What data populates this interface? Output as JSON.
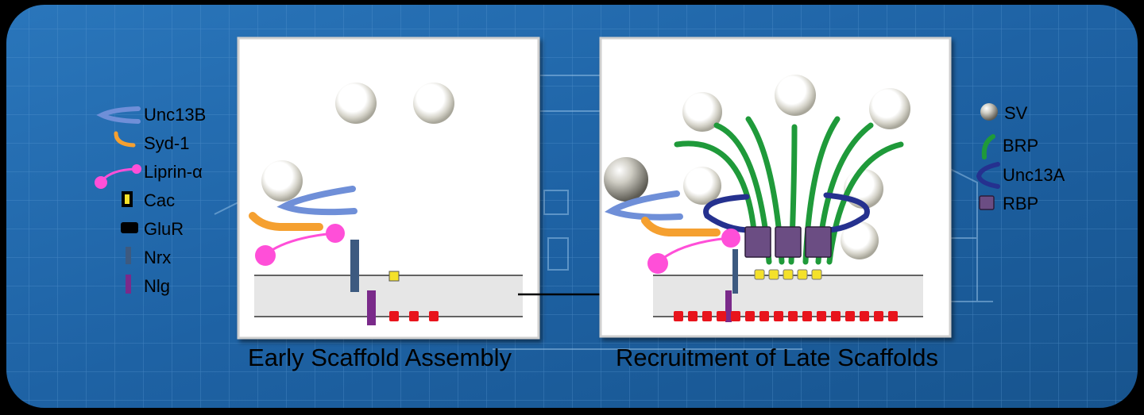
{
  "legend_left": [
    {
      "name": "legend-unc13b",
      "label": "Unc13B",
      "color": "#6f8fd8",
      "icon": "unc13b-icon"
    },
    {
      "name": "legend-syd1",
      "label": "Syd-1",
      "color": "#f5a030",
      "icon": "syd1-icon"
    },
    {
      "name": "legend-liprin",
      "label": "Liprin-α",
      "color": "#ff4fd8",
      "icon": "liprin-icon"
    },
    {
      "name": "legend-cac",
      "label": "Cac",
      "color": "#111111",
      "icon": "cac-icon"
    },
    {
      "name": "legend-glur",
      "label": "GluR",
      "color": "#000000",
      "icon": "glur-icon"
    },
    {
      "name": "legend-nrx",
      "label": "Nrx",
      "color": "#3d5a80",
      "icon": "nrx-icon"
    },
    {
      "name": "legend-nlg",
      "label": "Nlg",
      "color": "#7a2a8a",
      "icon": "nlg-icon"
    }
  ],
  "legend_right": [
    {
      "name": "legend-sv",
      "label": "SV",
      "color": "#8c8c84",
      "icon": "sv-icon"
    },
    {
      "name": "legend-brp",
      "label": "BRP",
      "color": "#1f9a3a",
      "icon": "brp-icon"
    },
    {
      "name": "legend-unc13a",
      "label": "Unc13A",
      "color": "#25318f",
      "icon": "unc13a-icon"
    },
    {
      "name": "legend-rbp",
      "label": "RBP",
      "color": "#6b4d83",
      "icon": "rbp-icon"
    }
  ],
  "panels": {
    "early": {
      "caption": "Early Scaffold Assembly"
    },
    "late": {
      "caption": "Recruitment of Late Scaffolds"
    }
  },
  "colors": {
    "background": "#1f63a6",
    "panel": "#ffffff",
    "cleft": "#e6e6e6",
    "cac": "#f4e12a",
    "glur": "#e8141c",
    "brp": "#1f9a3a",
    "rbp": "#6b4d83",
    "unc13a": "#25318f",
    "unc13b": "#6f8fd8",
    "syd1": "#f5a030",
    "liprin": "#ff4fd8",
    "nrx": "#3d5a80",
    "nlg": "#7a2a8a"
  }
}
